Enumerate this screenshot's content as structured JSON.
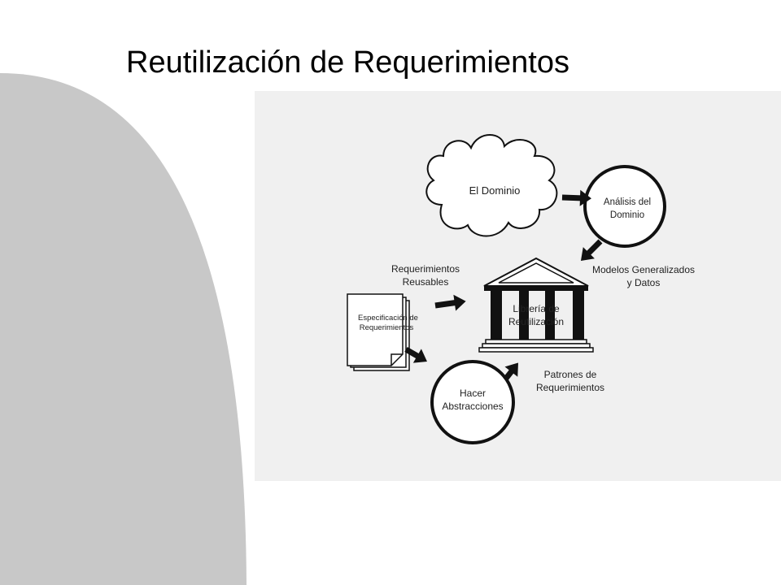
{
  "slide": {
    "title": "Reutilización de Requerimientos"
  },
  "diagram": {
    "domain_label": "El Dominio",
    "domain_analysis": [
      "Análisis del",
      "Dominio"
    ],
    "models": [
      "Modelos Generalizados",
      "y Datos"
    ],
    "library": [
      "Librería de",
      "Reutilización"
    ],
    "reusable_requirements": [
      "Requerimientos",
      "Reusables"
    ],
    "spec": [
      "Especificación de",
      "Requerimientos"
    ],
    "abstractions": [
      "Hacer",
      "Abstracciones"
    ],
    "patterns": [
      "Patrones de",
      "Requerimientos"
    ]
  },
  "colors": {
    "side_shape": "#c8c8c8",
    "panel": "#f0f0f0",
    "ink": "#111111"
  }
}
